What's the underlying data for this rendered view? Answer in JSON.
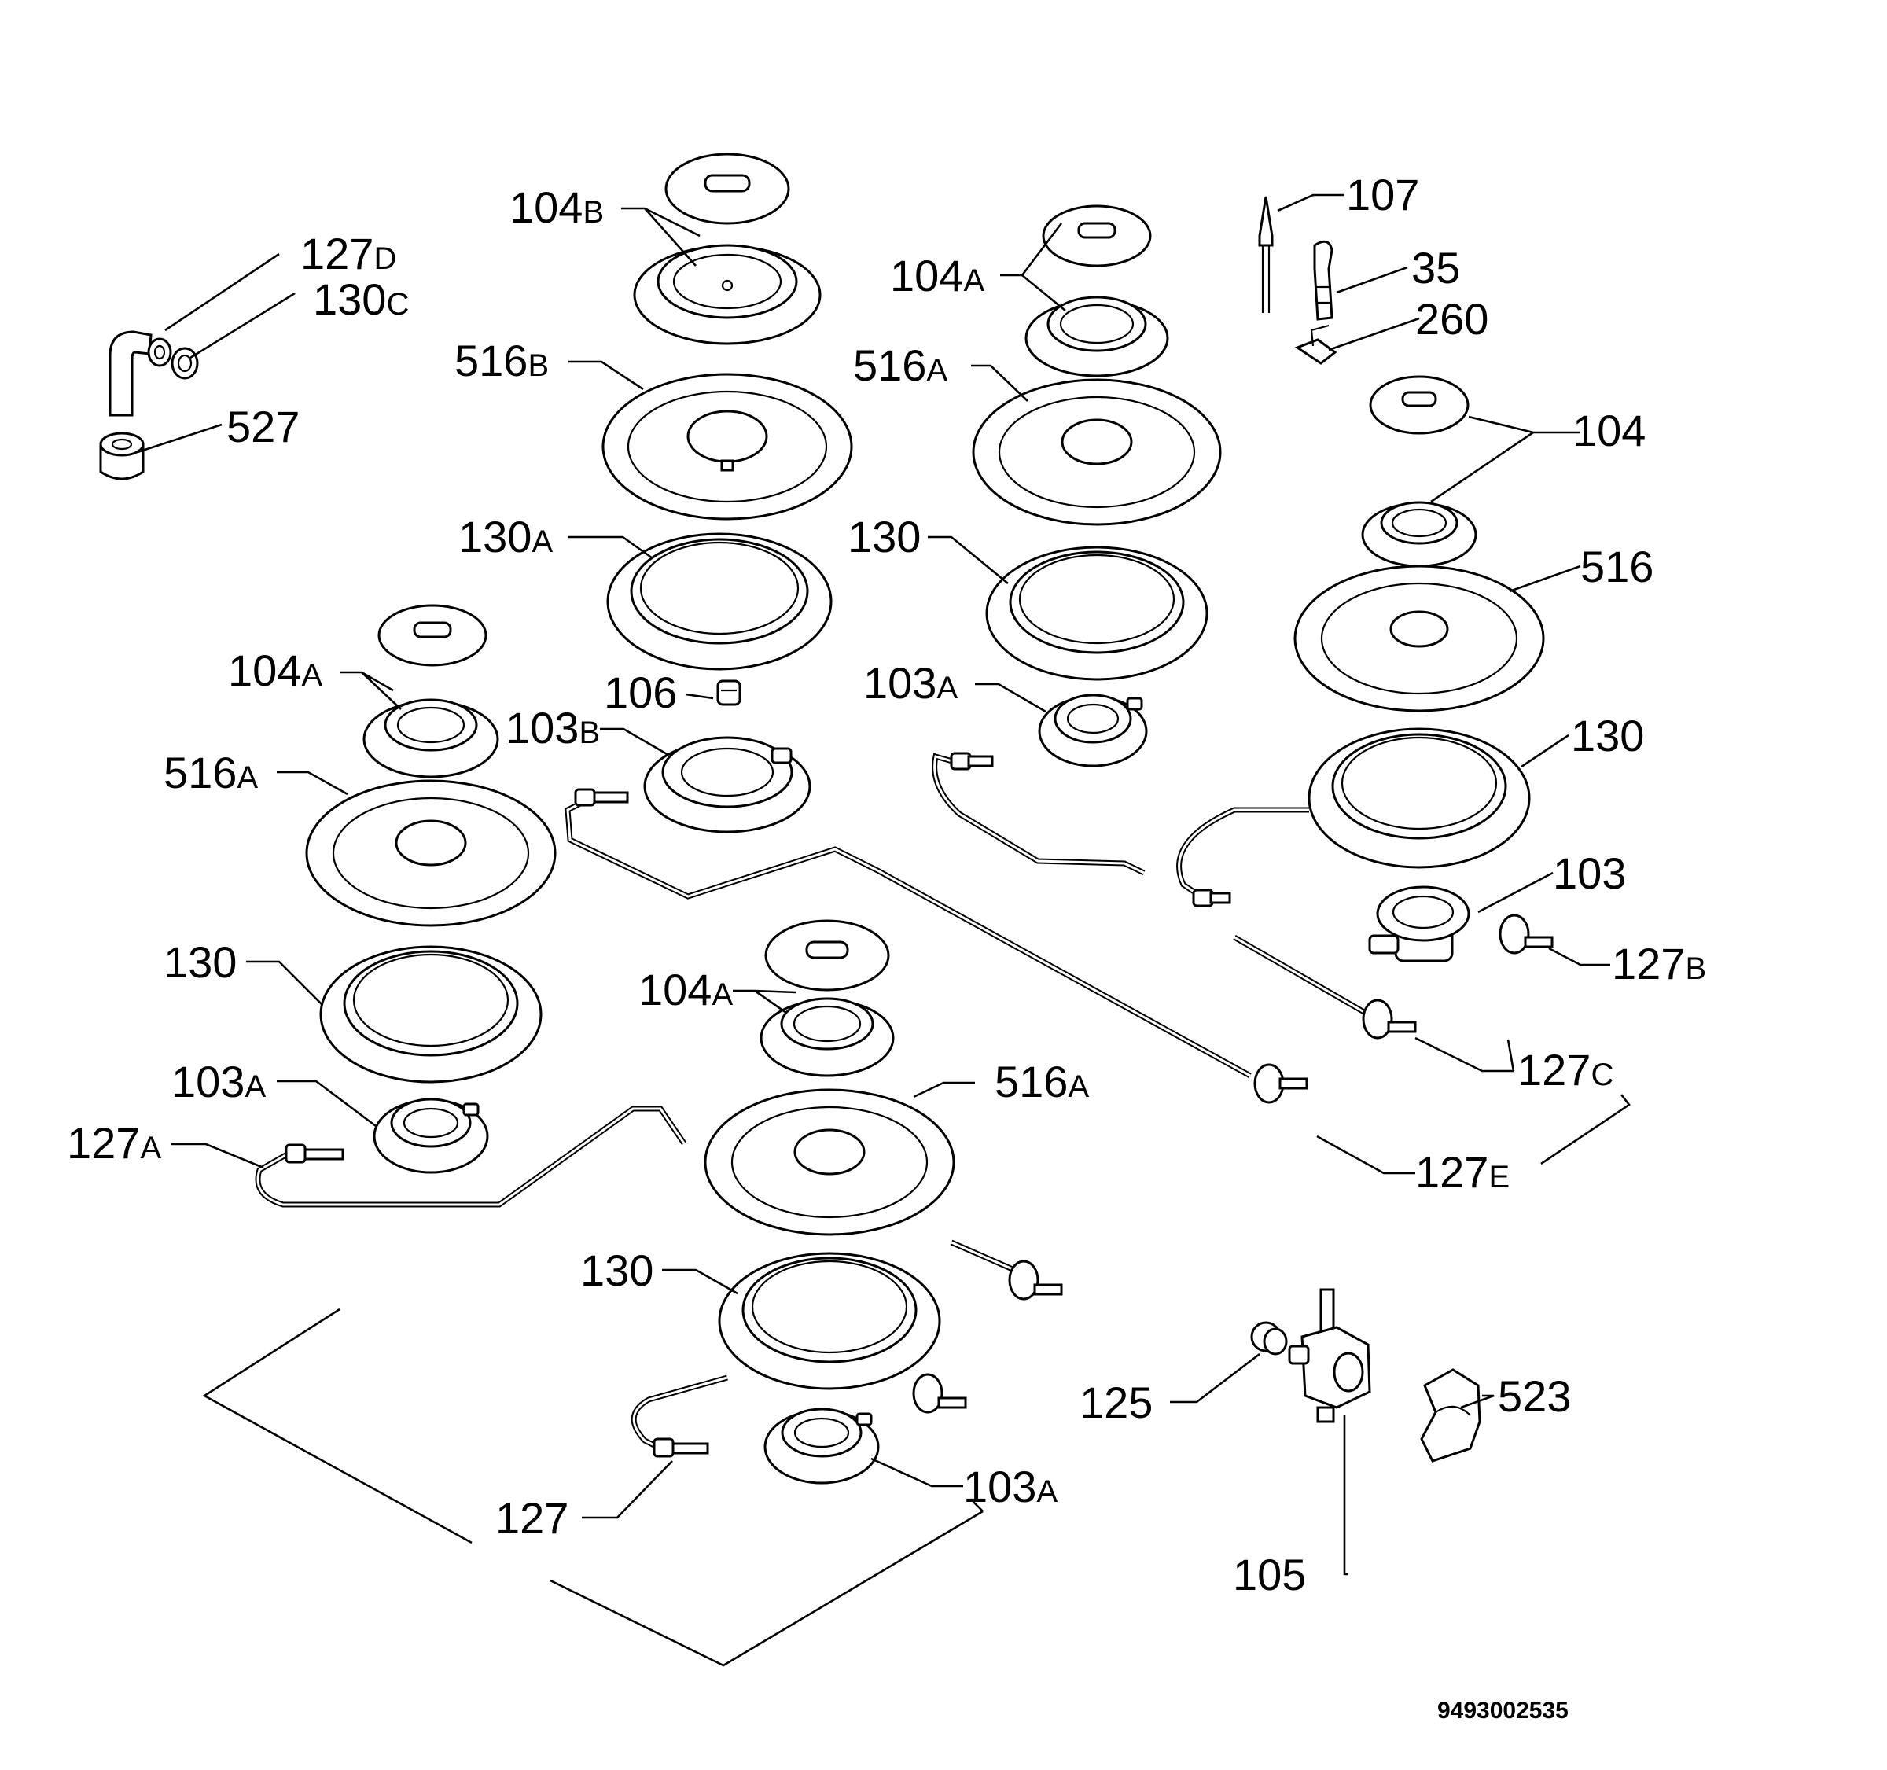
{
  "labels": {
    "l_104B": {
      "num": "104",
      "suf": "B"
    },
    "l_127D": {
      "num": "127",
      "suf": "D"
    },
    "l_130C": {
      "num": "130",
      "suf": "C"
    },
    "l_527": {
      "num": "527",
      "suf": ""
    },
    "l_516B": {
      "num": "516",
      "suf": "B"
    },
    "l_130A": {
      "num": "130",
      "suf": "A"
    },
    "l_106": {
      "num": "106",
      "suf": ""
    },
    "l_103B": {
      "num": "103",
      "suf": "B"
    },
    "l_104A_center": {
      "num": "104",
      "suf": "A"
    },
    "l_516A_center": {
      "num": "516",
      "suf": "A"
    },
    "l_130_center": {
      "num": "130",
      "suf": ""
    },
    "l_103A_center": {
      "num": "103",
      "suf": "A"
    },
    "l_107": {
      "num": "107",
      "suf": ""
    },
    "l_35": {
      "num": "35",
      "suf": ""
    },
    "l_260": {
      "num": "260",
      "suf": ""
    },
    "l_104": {
      "num": "104",
      "suf": ""
    },
    "l_516": {
      "num": "516",
      "suf": ""
    },
    "l_130_right": {
      "num": "130",
      "suf": ""
    },
    "l_103": {
      "num": "103",
      "suf": ""
    },
    "l_127B": {
      "num": "127",
      "suf": "B"
    },
    "l_127C": {
      "num": "127",
      "suf": "C"
    },
    "l_127E": {
      "num": "127",
      "suf": "E"
    },
    "l_104A_left": {
      "num": "104",
      "suf": "A"
    },
    "l_516A_left": {
      "num": "516",
      "suf": "A"
    },
    "l_130_left": {
      "num": "130",
      "suf": ""
    },
    "l_103A_left": {
      "num": "103",
      "suf": "A"
    },
    "l_127A": {
      "num": "127",
      "suf": "A"
    },
    "l_104A_front": {
      "num": "104",
      "suf": "A"
    },
    "l_516A_front": {
      "num": "516",
      "suf": "A"
    },
    "l_130_front": {
      "num": "130",
      "suf": ""
    },
    "l_103A_front": {
      "num": "103",
      "suf": "A"
    },
    "l_127": {
      "num": "127",
      "suf": ""
    },
    "l_125": {
      "num": "125",
      "suf": ""
    },
    "l_105": {
      "num": "105",
      "suf": ""
    },
    "l_523": {
      "num": "523",
      "suf": ""
    }
  },
  "drawing_code": "9493002535"
}
